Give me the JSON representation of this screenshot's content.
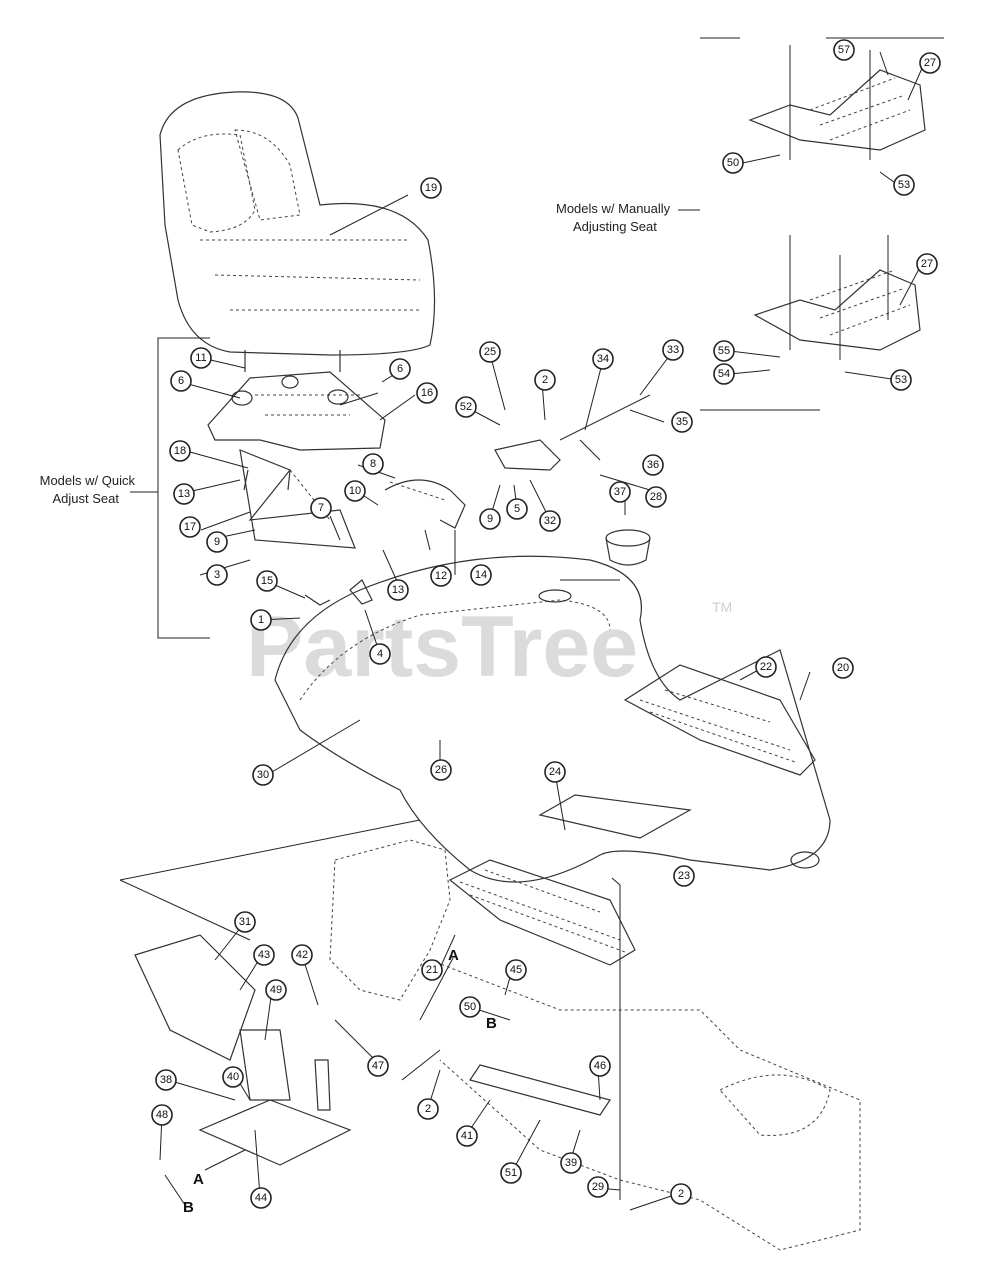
{
  "watermark": {
    "brand": "PartsTree",
    "tm": "TM"
  },
  "notes": {
    "quick_adjust_line1": "Models w/ Quick",
    "quick_adjust_line2": "Adjust Seat",
    "manual_adjust_line1": "Models w/ Manually",
    "manual_adjust_line2": "Adjusting Seat"
  },
  "reference_letters": [
    "A",
    "B",
    "A",
    "B"
  ],
  "callouts": [
    "19",
    "11",
    "6",
    "6",
    "16",
    "18",
    "13",
    "17",
    "9",
    "3",
    "7",
    "15",
    "1",
    "8",
    "10",
    "13",
    "12",
    "14",
    "4",
    "25",
    "52",
    "2",
    "34",
    "33",
    "9",
    "5",
    "32",
    "37",
    "36",
    "35",
    "28",
    "57",
    "27",
    "50",
    "53",
    "27",
    "55",
    "54",
    "53",
    "22",
    "20",
    "30",
    "26",
    "24",
    "23",
    "31",
    "43",
    "21",
    "42",
    "45",
    "50",
    "49",
    "47",
    "2",
    "46",
    "38",
    "40",
    "41",
    "51",
    "48",
    "39",
    "29",
    "2",
    "44"
  ],
  "colors": {
    "line": "#222222",
    "watermark": "#cfcfcf",
    "background": "#ffffff"
  }
}
